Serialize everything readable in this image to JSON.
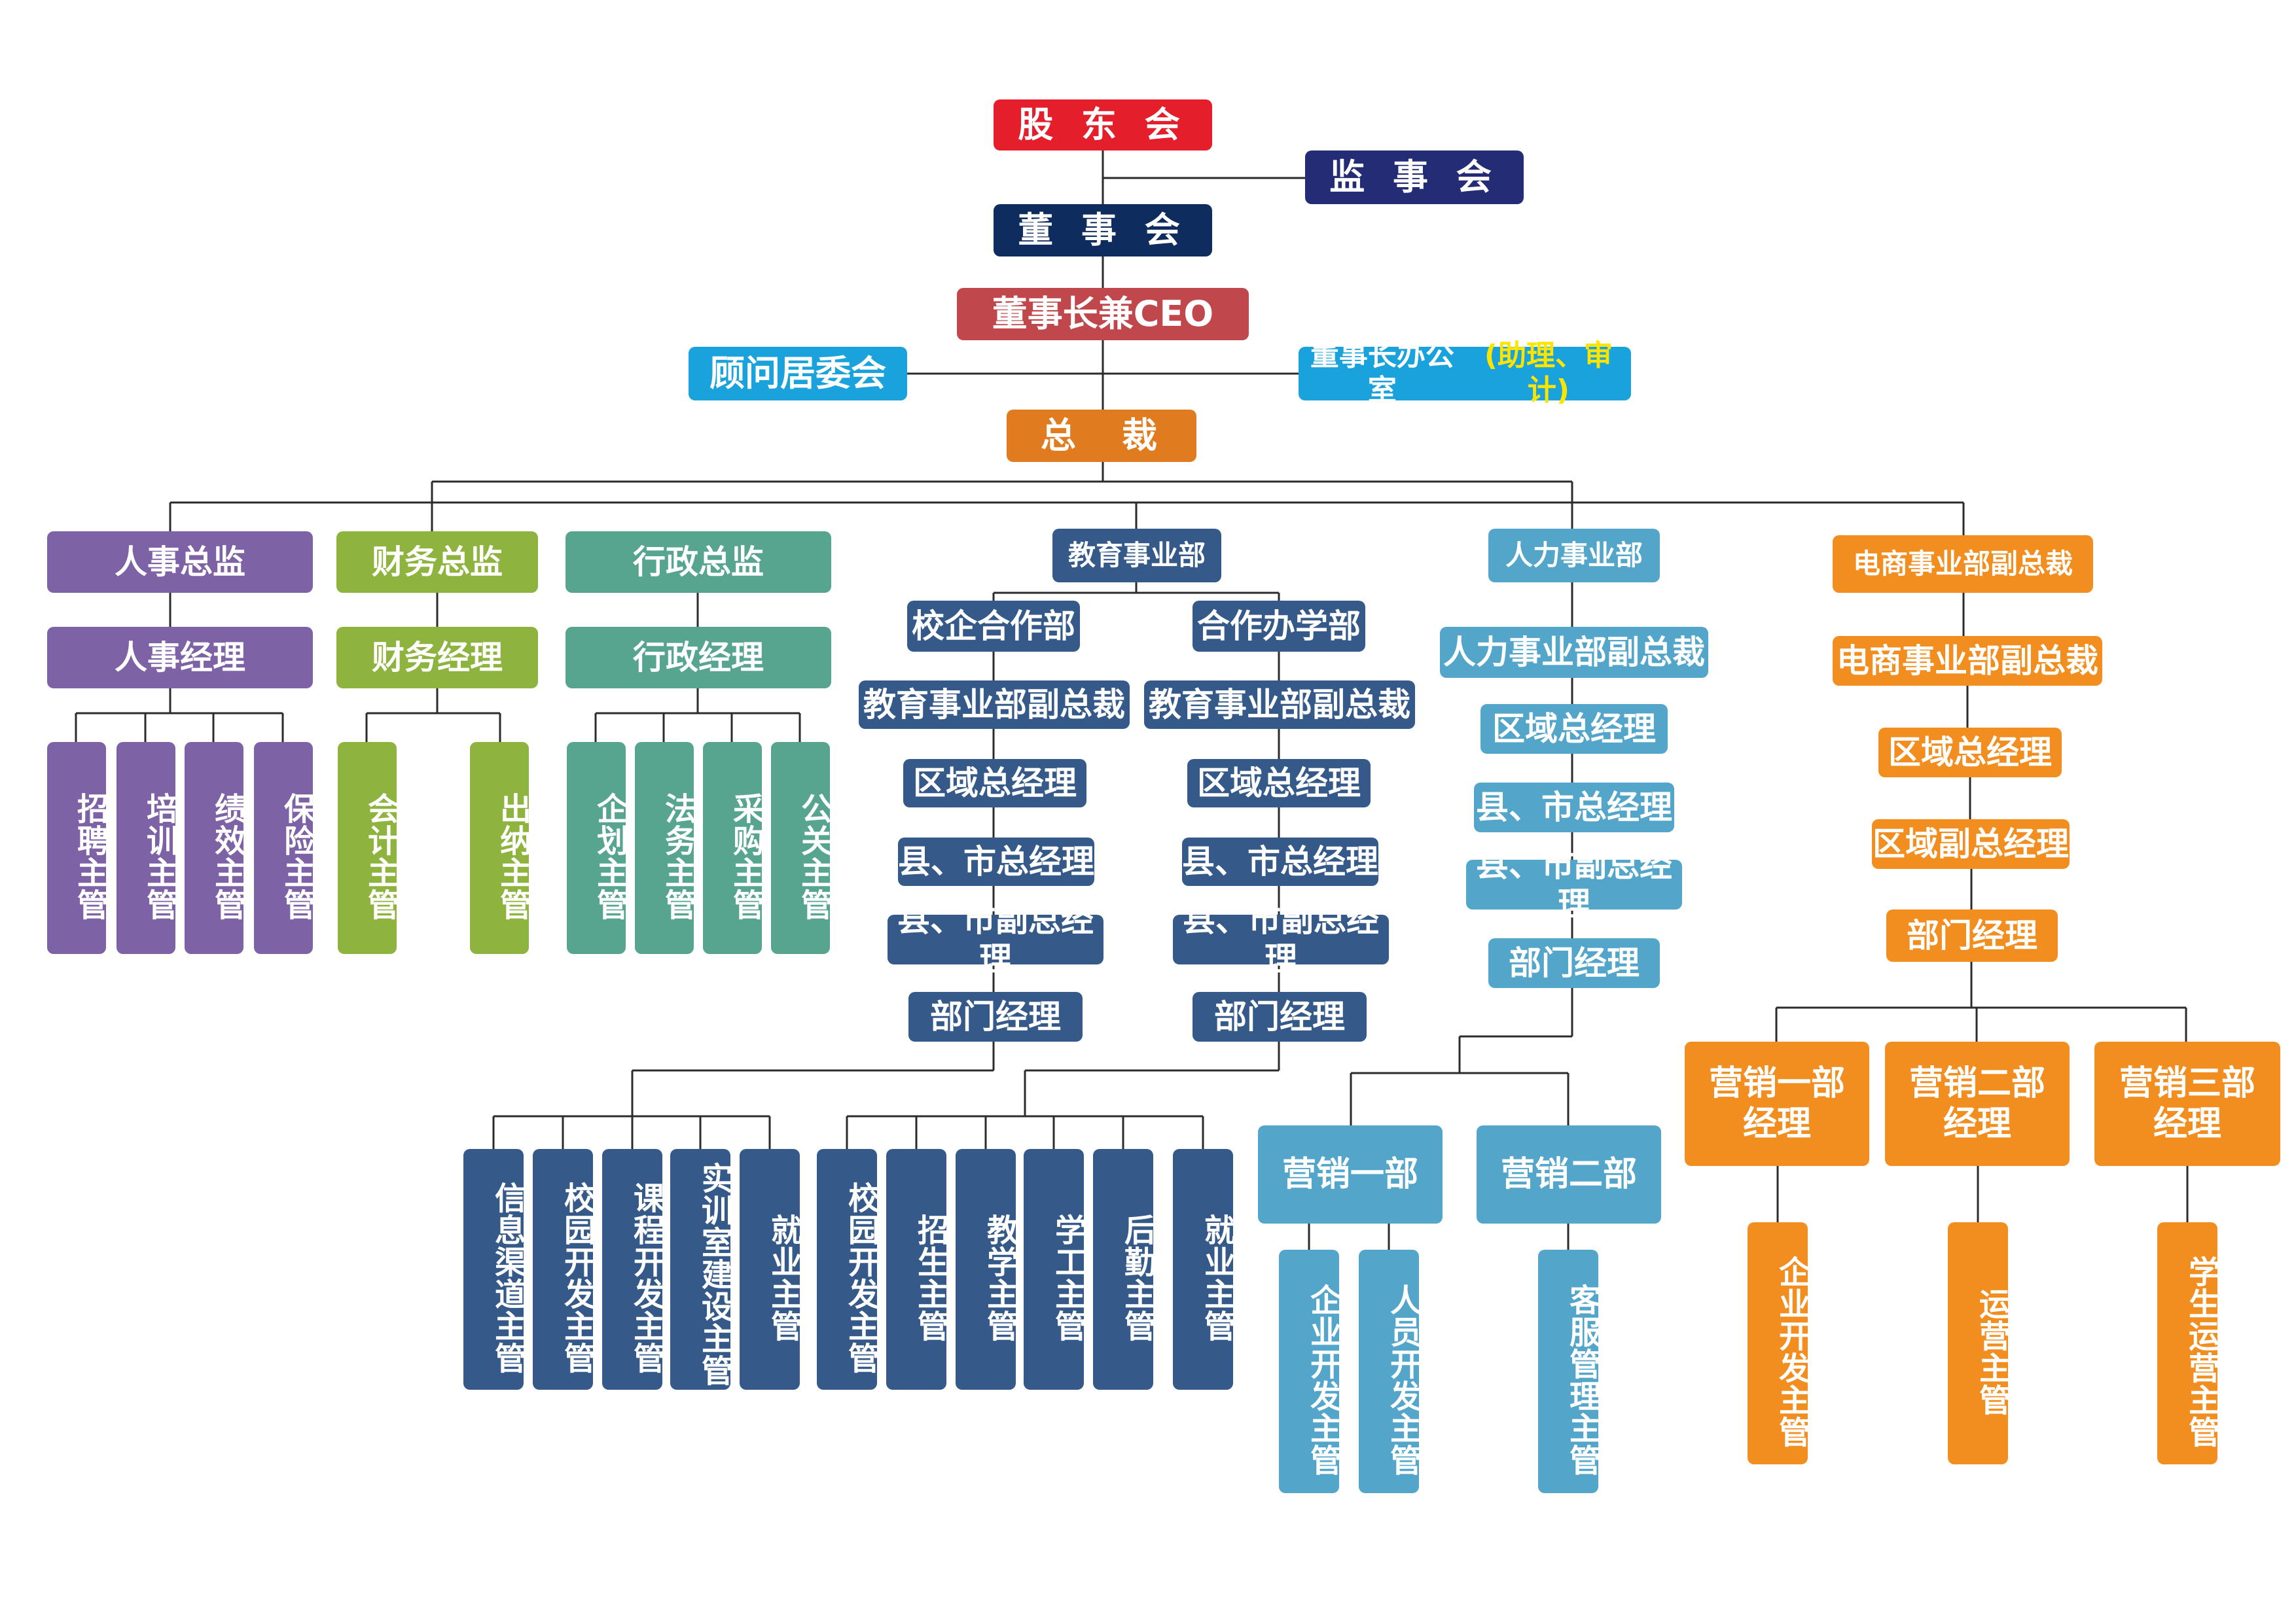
{
  "colors": {
    "red": "#e41e2b",
    "navy_dark": "#232c75",
    "navy": "#0f2c5f",
    "brick": "#c0474c",
    "sky": "#1aa2dc",
    "amber": "#e07b20",
    "purple": "#7e62a6",
    "green": "#8eb33e",
    "teal": "#57a58f",
    "slate": "#355a8a",
    "light_blue": "#53a6c9",
    "orange": "#f18e1f",
    "line": "#2b2b2b",
    "highlight": "#ffe400"
  },
  "nodes": {
    "shareholders": "股 东 会",
    "supervisors": "监 事 会",
    "board": "董 事 会",
    "chairman_ceo": "董事长兼CEO",
    "advisory": "顾问居委会",
    "chair_office": "董事长办公室",
    "chair_office_note": "(助理、审计)",
    "president": "总　裁",
    "hr_director": "人事总监",
    "hr_manager": "人事经理",
    "recruit": "招聘主管",
    "training": "培训主管",
    "performance": "绩效主管",
    "insurance": "保险主管",
    "fin_director": "财务总监",
    "fin_manager": "财务经理",
    "accounting": "会计主管",
    "cashier": "出纳主管",
    "adm_director": "行政总监",
    "adm_manager": "行政经理",
    "planning": "企划主管",
    "legal": "法务主管",
    "purchasing": "采购主管",
    "pr": "公关主管",
    "edu_dept": "教育事业部",
    "school_coop": "校企合作部",
    "joint_school": "合作办学部",
    "edu_vp_1": "教育事业部副总裁",
    "edu_vp_2": "教育事业部副总裁",
    "edu_region_1": "区域总经理",
    "edu_region_2": "区域总经理",
    "edu_county_1": "县、市总经理",
    "edu_county_2": "县、市总经理",
    "edu_county_dep_1": "县、市副总经理",
    "edu_county_dep_2": "县、市副总经理",
    "edu_dept_mgr_1": "部门经理",
    "edu_dept_mgr_2": "部门经理",
    "info_channel": "信息渠道主管",
    "campus_dev_1": "校园开发主管",
    "course_dev": "课程开发主管",
    "lab_build": "实训室建设主管",
    "employment_1": "就业主管",
    "campus_dev_2": "校园开发主管",
    "enrollment": "招生主管",
    "teaching": "教学主管",
    "student_affairs": "学工主管",
    "logistics": "后勤主管",
    "employment_2": "就业主管",
    "hr_biz": "人力事业部",
    "hr_biz_vp": "人力事业部副总裁",
    "hr_region": "区域总经理",
    "hr_county": "县、市总经理",
    "hr_county_dep": "县、市副总经理",
    "hr_dept_mgr": "部门经理",
    "sales_1": "营销一部",
    "sales_2": "营销二部",
    "ent_dev_1": "企业开发主管",
    "staff_dev": "人员开发主管",
    "cust_service": "客服管理主管",
    "ec_vp_1": "电商事业部副总裁",
    "ec_vp_2": "电商事业部副总裁",
    "ec_region": "区域总经理",
    "ec_region_dep": "区域副总经理",
    "ec_dept_mgr": "部门经理",
    "mkt1_top": "营销一部",
    "mkt1_bottom": "经理",
    "mkt2_top": "营销二部",
    "mkt2_bottom": "经理",
    "mkt3_top": "营销三部",
    "mkt3_bottom": "经理",
    "ent_dev_2": "企业开发主管",
    "operations": "运营主管",
    "student_ops": "学生运营主管"
  }
}
